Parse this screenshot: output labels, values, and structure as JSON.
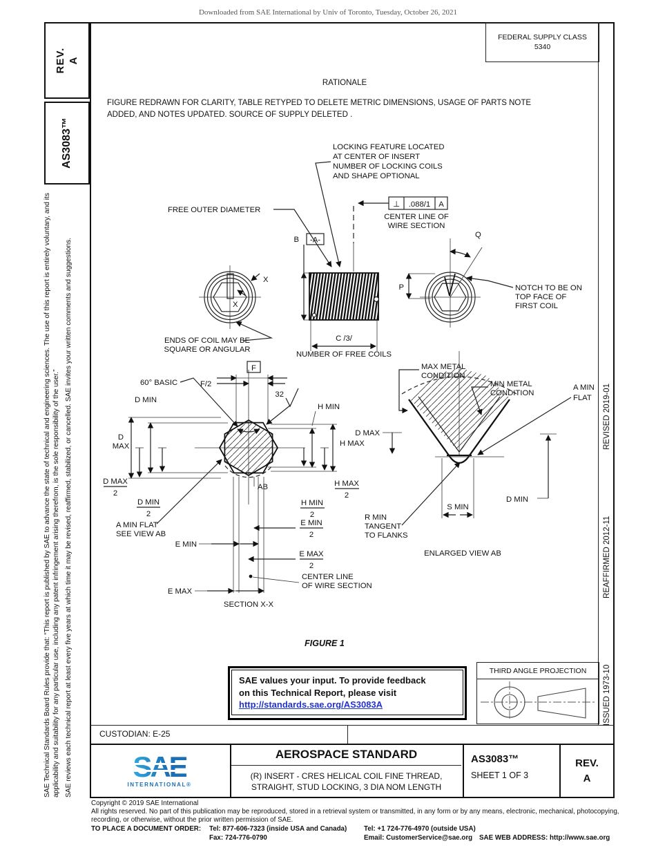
{
  "page": {
    "downloaded_note": "Downloaded from SAE International by Univ of Toronto, Tuesday, October 26, 2021"
  },
  "left_sidebar": {
    "rev_label": "REV.",
    "rev_value": "A",
    "doc_number": "AS3083™",
    "disclaimer_p1": "SAE Technical Standards Board Rules provide that: “This report is published by SAE to advance the state of technical and engineering sciences. The use of this report is entirely voluntary, and its applicability and suitability for any particular use, including any patent infringement arising therefrom, is the sole responsibility of the user.”",
    "disclaimer_p2": "SAE reviews each technical report at least every five years at which time it may be revised, reaffirmed, stabilized, or cancelled. SAE invites your written comments and suggestions."
  },
  "top_right": {
    "federal_supply_class": "FEDERAL SUPPLY CLASS",
    "fsc_value": "5340"
  },
  "rationale": {
    "title": "RATIONALE",
    "body_1": "FIGURE REDRAWN FOR CLARITY, TABLE RETYPED TO DELETE METRIC DIMENSIONS, USAGE OF PARTS NOTE",
    "body_2": "ADDED, AND NOTES UPDATED. SOURCE OF SUPPLY DELETED ."
  },
  "right_strip": {
    "issued": "ISSUED 1973-10",
    "reaffirmed": "REAFFIRMED 2012-11",
    "revised": "REVISED 2019-01"
  },
  "figure": {
    "caption": "FIGURE 1",
    "labels": {
      "locking_feature": [
        "LOCKING FEATURE LOCATED",
        "AT CENTER OF INSERT",
        "NUMBER OF LOCKING COILS",
        "AND SHAPE OPTIONAL"
      ],
      "fcf_symbol": "⊥",
      "fcf_tolerance": ".088/1",
      "fcf_datum": "A",
      "centerline_top_1": "CENTER LINE OF",
      "centerline_top_2": "WIRE SECTION",
      "free_outer_diameter": "FREE OUTER DIAMETER",
      "b": "B",
      "datum_a": "-A-",
      "x": "X",
      "q": "Q",
      "p": "P",
      "notch_1": "NOTCH TO BE ON",
      "notch_2": "TOP FACE OF",
      "notch_3": "FIRST COIL",
      "ends_1": "ENDS OF COIL MAY BE",
      "ends_2": "SQUARE OR ANGULAR",
      "c_dim": "C /3/",
      "free_coils": "NUMBER OF FREE COILS",
      "f": "F",
      "f_half": "F/2",
      "basic_60": "60° BASIC",
      "finish": "32",
      "d": "D",
      "max": "MAX",
      "d_min": "D MIN",
      "d_max": "D MAX",
      "h_min": "H MIN",
      "h_max": "H MAX",
      "e_min": "E MIN",
      "e_max": "E MAX",
      "two": "2",
      "ab": "AB",
      "a_min_flat_1": "A MIN FLAT",
      "a_min_flat_2": "SEE VIEW AB",
      "centerline_bot_1": "CENTER LINE",
      "centerline_bot_2": "OF WIRE SECTION",
      "section_caption": "SECTION X-X",
      "max_metal_1": "MAX METAL",
      "max_metal_2": "CONDITION",
      "min_metal_1": "MIN METAL",
      "min_metal_2": "CONDITION",
      "a_min_1": "A MIN",
      "a_min_2": "FLAT",
      "s_min": "S MIN",
      "d_min_right": "D MIN",
      "d_max_left": "D MAX",
      "r_min_1": "R MIN",
      "r_min_2": "TANGENT",
      "r_min_3": "TO FLANKS",
      "enlarged_caption": "ENLARGED VIEW AB"
    }
  },
  "feedback": {
    "line1": "SAE values your input. To provide feedback",
    "line2": "on this Technical Report, please visit",
    "link": "http://standards.sae.org/AS3083A"
  },
  "projection": {
    "title": "THIRD ANGLE PROJECTION"
  },
  "title_block": {
    "custodian": "CUSTODIAN: E-25",
    "logo_text": "SAE",
    "logo_sub": "INTERNATIONAL®",
    "doc_type": "AEROSPACE STANDARD",
    "subtitle_1": "(R) INSERT - CRES HELICAL COIL FINE THREAD,",
    "subtitle_2": "STRAIGHT, STUD LOCKING, 3 DIA NOM LENGTH",
    "doc_number": "AS3083™",
    "sheet": "SHEET 1 OF 3",
    "rev_label": "REV.",
    "rev_value": "A"
  },
  "footer": {
    "copyright": "Copyright © 2019 SAE International",
    "rights_1": "All rights reserved. No part of this publication may be reproduced, stored in a retrieval system or transmitted, in any form or by any means, electronic, mechanical, photocopying,",
    "rights_2": "recording, or otherwise, without the prior written permission of SAE.",
    "order_label": "TO PLACE A DOCUMENT ORDER:",
    "tel_inside": "Tel: 877-606-7323 (inside USA and Canada)",
    "tel_outside": "Tel: +1 724-776-4970 (outside USA)",
    "fax": "Fax: 724-776-0790",
    "email": "Email: CustomerService@sae.org",
    "web": "SAE WEB ADDRESS: http://www.sae.org"
  },
  "colors": {
    "link_blue": "#2233cc",
    "logo_blue": "#1b6fb5",
    "logo_blue_light": "#2fa8e0"
  }
}
